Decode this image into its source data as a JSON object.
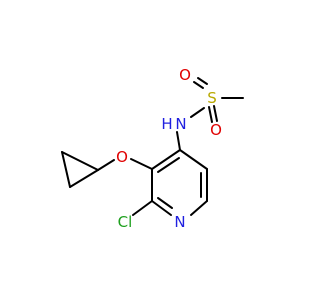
{
  "atoms": {
    "sulfur": {
      "label": "S",
      "color": "#B8A800"
    },
    "oxygen_upper": {
      "label": "O",
      "color": "#E00000"
    },
    "oxygen_lower": {
      "label": "O",
      "color": "#E00000"
    },
    "amide_nh": {
      "label": "N",
      "h_label": "H",
      "color": "#2020E0"
    },
    "ether_oxygen": {
      "label": "O",
      "color": "#E00000"
    },
    "ring_nitrogen": {
      "label": "N",
      "color": "#2020E0"
    },
    "chlorine": {
      "label": "Cl",
      "color": "#1FA01F"
    }
  },
  "colors": {
    "bond": "#000000",
    "background": "#FFFFFF"
  }
}
